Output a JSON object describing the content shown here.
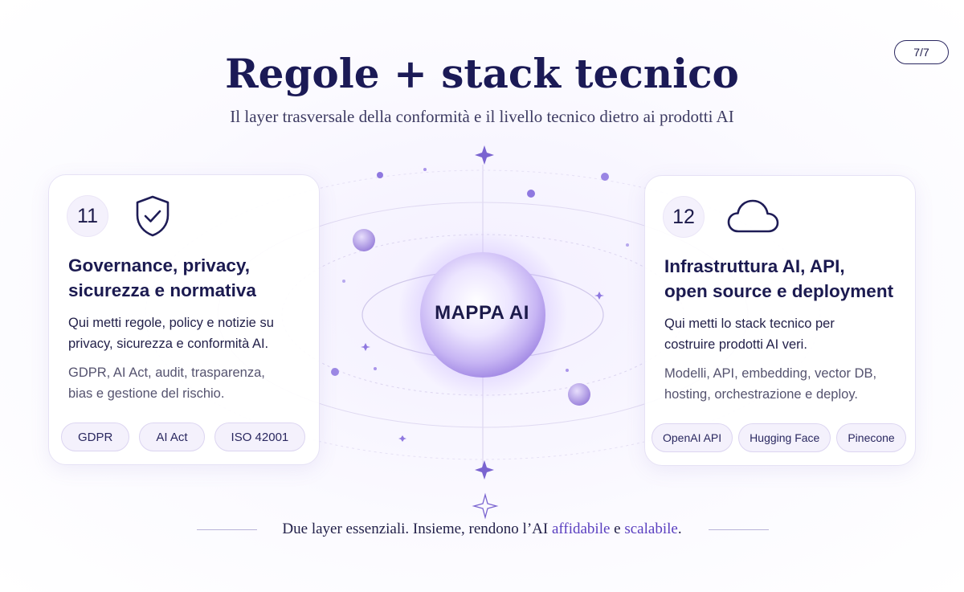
{
  "page_indicator": "7/7",
  "title": "Regole + stack tecnico",
  "subtitle": "Il layer trasversale della conformità e il livello tecnico dietro ai prodotti AI",
  "center_label": "MAPPA AI",
  "colors": {
    "navy": "#1b1a56",
    "accent_purple": "#5a3fc0",
    "planet_purple": "#a990e8",
    "card_border": "#e6e2f5"
  },
  "cards": [
    {
      "number": "11",
      "icon": "shield-check-icon",
      "title_line1": "Governance, privacy,",
      "title_line2": "sicurezza e normativa",
      "desc_line1": "Qui metti regole, policy e notizie su",
      "desc_line2": "privacy, sicurezza e conformità AI.",
      "detail_line1": "GDPR, AI Act, audit, trasparenza,",
      "detail_line2": "bias e gestione del rischio.",
      "tags": [
        "GDPR",
        "AI Act",
        "ISO 42001"
      ]
    },
    {
      "number": "12",
      "icon": "cloud-icon",
      "title_line1": "Infrastruttura AI, API,",
      "title_line2": "open source e deployment",
      "desc_line1": "Qui metti lo stack tecnico per",
      "desc_line2": "costruire prodotti AI veri.",
      "detail_line1": "Modelli, API, embedding, vector DB,",
      "detail_line2": "hosting, orchestrazione e deploy.",
      "tags": [
        "OpenAI API",
        "Hugging Face",
        "Pinecone"
      ]
    }
  ],
  "footer": {
    "before": "Due layer essenziali. Insieme, rendono l’AI ",
    "highlight1": "affidabile",
    "middle": " e ",
    "highlight2": "scalabile",
    "after": "."
  }
}
